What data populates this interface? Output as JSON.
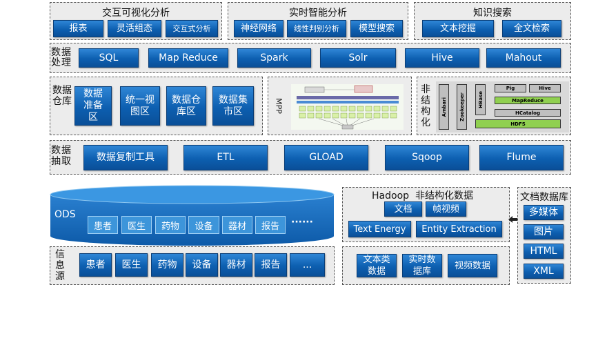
{
  "top": {
    "interactive": {
      "title": "交互可视化分析",
      "items": [
        "报表",
        "灵活组态",
        "交互式分析"
      ]
    },
    "realtime": {
      "title": "实时智能分析",
      "items": [
        "神经网络",
        "线性判别分析",
        "模型搜索"
      ]
    },
    "knowledge": {
      "title": "知识搜索",
      "items": [
        "文本挖掘",
        "全文检索"
      ]
    }
  },
  "processing": {
    "label": "数据处理",
    "items": [
      "SQL",
      "Map Reduce",
      "Spark",
      "Solr",
      "Hive",
      "Mahout"
    ]
  },
  "warehouse": {
    "label": "数据仓库",
    "items": [
      "数据准备区",
      "统一视图区",
      "数据仓库区",
      "数据集市区"
    ],
    "mpp_label": "MPP",
    "unstructured_label": "非结构化",
    "stack": {
      "ambari": "Ambari",
      "zookeeper": "Zookeeper",
      "hbase": "HBase",
      "pig": "Pig",
      "hive": "Hive",
      "mapreduce": "MapReduce",
      "hcatalog": "HCatalog",
      "hdfs": "HDFS"
    }
  },
  "extraction": {
    "label": "数据抽取",
    "items": [
      "数据复制工具",
      "ETL",
      "GLOAD",
      "Sqoop",
      "Flume"
    ]
  },
  "ods": {
    "label": "ODS",
    "items": [
      "患者",
      "医生",
      "药物",
      "设备",
      "器材",
      "报告"
    ],
    "more": "······"
  },
  "hadoop": {
    "title": "Hadoop  非结构化数据",
    "items": [
      "文档",
      "帧视频",
      "Text Energy",
      "Entity Extraction"
    ]
  },
  "docdb": {
    "title": "文档数据库",
    "items": [
      "多媒体",
      "图片",
      "HTML",
      "XML"
    ]
  },
  "source": {
    "label": "信息源",
    "items": [
      "患者",
      "医生",
      "药物",
      "设备",
      "器材",
      "报告",
      "..."
    ]
  },
  "rawdata": {
    "items": [
      "文本类数据",
      "实时数据库",
      "视频数据"
    ]
  }
}
